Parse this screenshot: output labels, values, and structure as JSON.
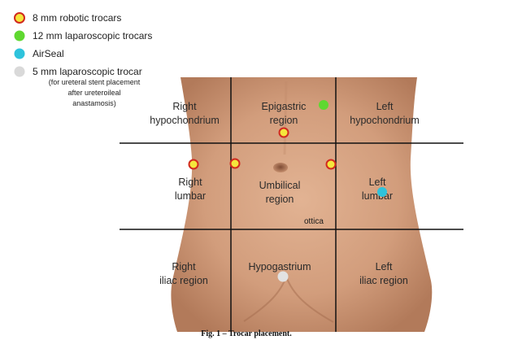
{
  "legend": [
    {
      "label": "8 mm robotic trocars",
      "fill": "#f5e63c",
      "stroke": "#d12a1f"
    },
    {
      "label": "12 mm laparoscopic trocars",
      "fill": "#5fd830",
      "stroke": "#5fd830"
    },
    {
      "label": "AirSeal",
      "fill": "#2ec3dc",
      "stroke": "#2ec3dc"
    },
    {
      "label": "5 mm laparoscopic trocar",
      "fill": "#d9d9d9",
      "stroke": "#d9d9d9"
    }
  ],
  "legend_note": [
    "(for ureteral stent placement",
    "after ureteroileal",
    "anastamosis)"
  ],
  "regions": {
    "right_hypochondrium": [
      "Right",
      "hypochondrium"
    ],
    "epigastric": [
      "Epigastric",
      "region"
    ],
    "left_hypochondrium": [
      "Left",
      "hypochondrium"
    ],
    "right_lumbar": [
      "Right",
      "lumbar"
    ],
    "umbilical": [
      "Umbilical",
      "region"
    ],
    "left_lumbar": [
      "Left",
      "lumbar"
    ],
    "right_iliac": [
      "Right",
      "iliac region"
    ],
    "hypogastrium": [
      "Hypogastrium"
    ],
    "left_iliac": [
      "Left",
      "iliac region"
    ]
  },
  "annotation": "ottica",
  "caption": "Fig. 1 – Trocar placement.",
  "colors": {
    "skin": "#d19b7a",
    "grid": "#111111"
  }
}
